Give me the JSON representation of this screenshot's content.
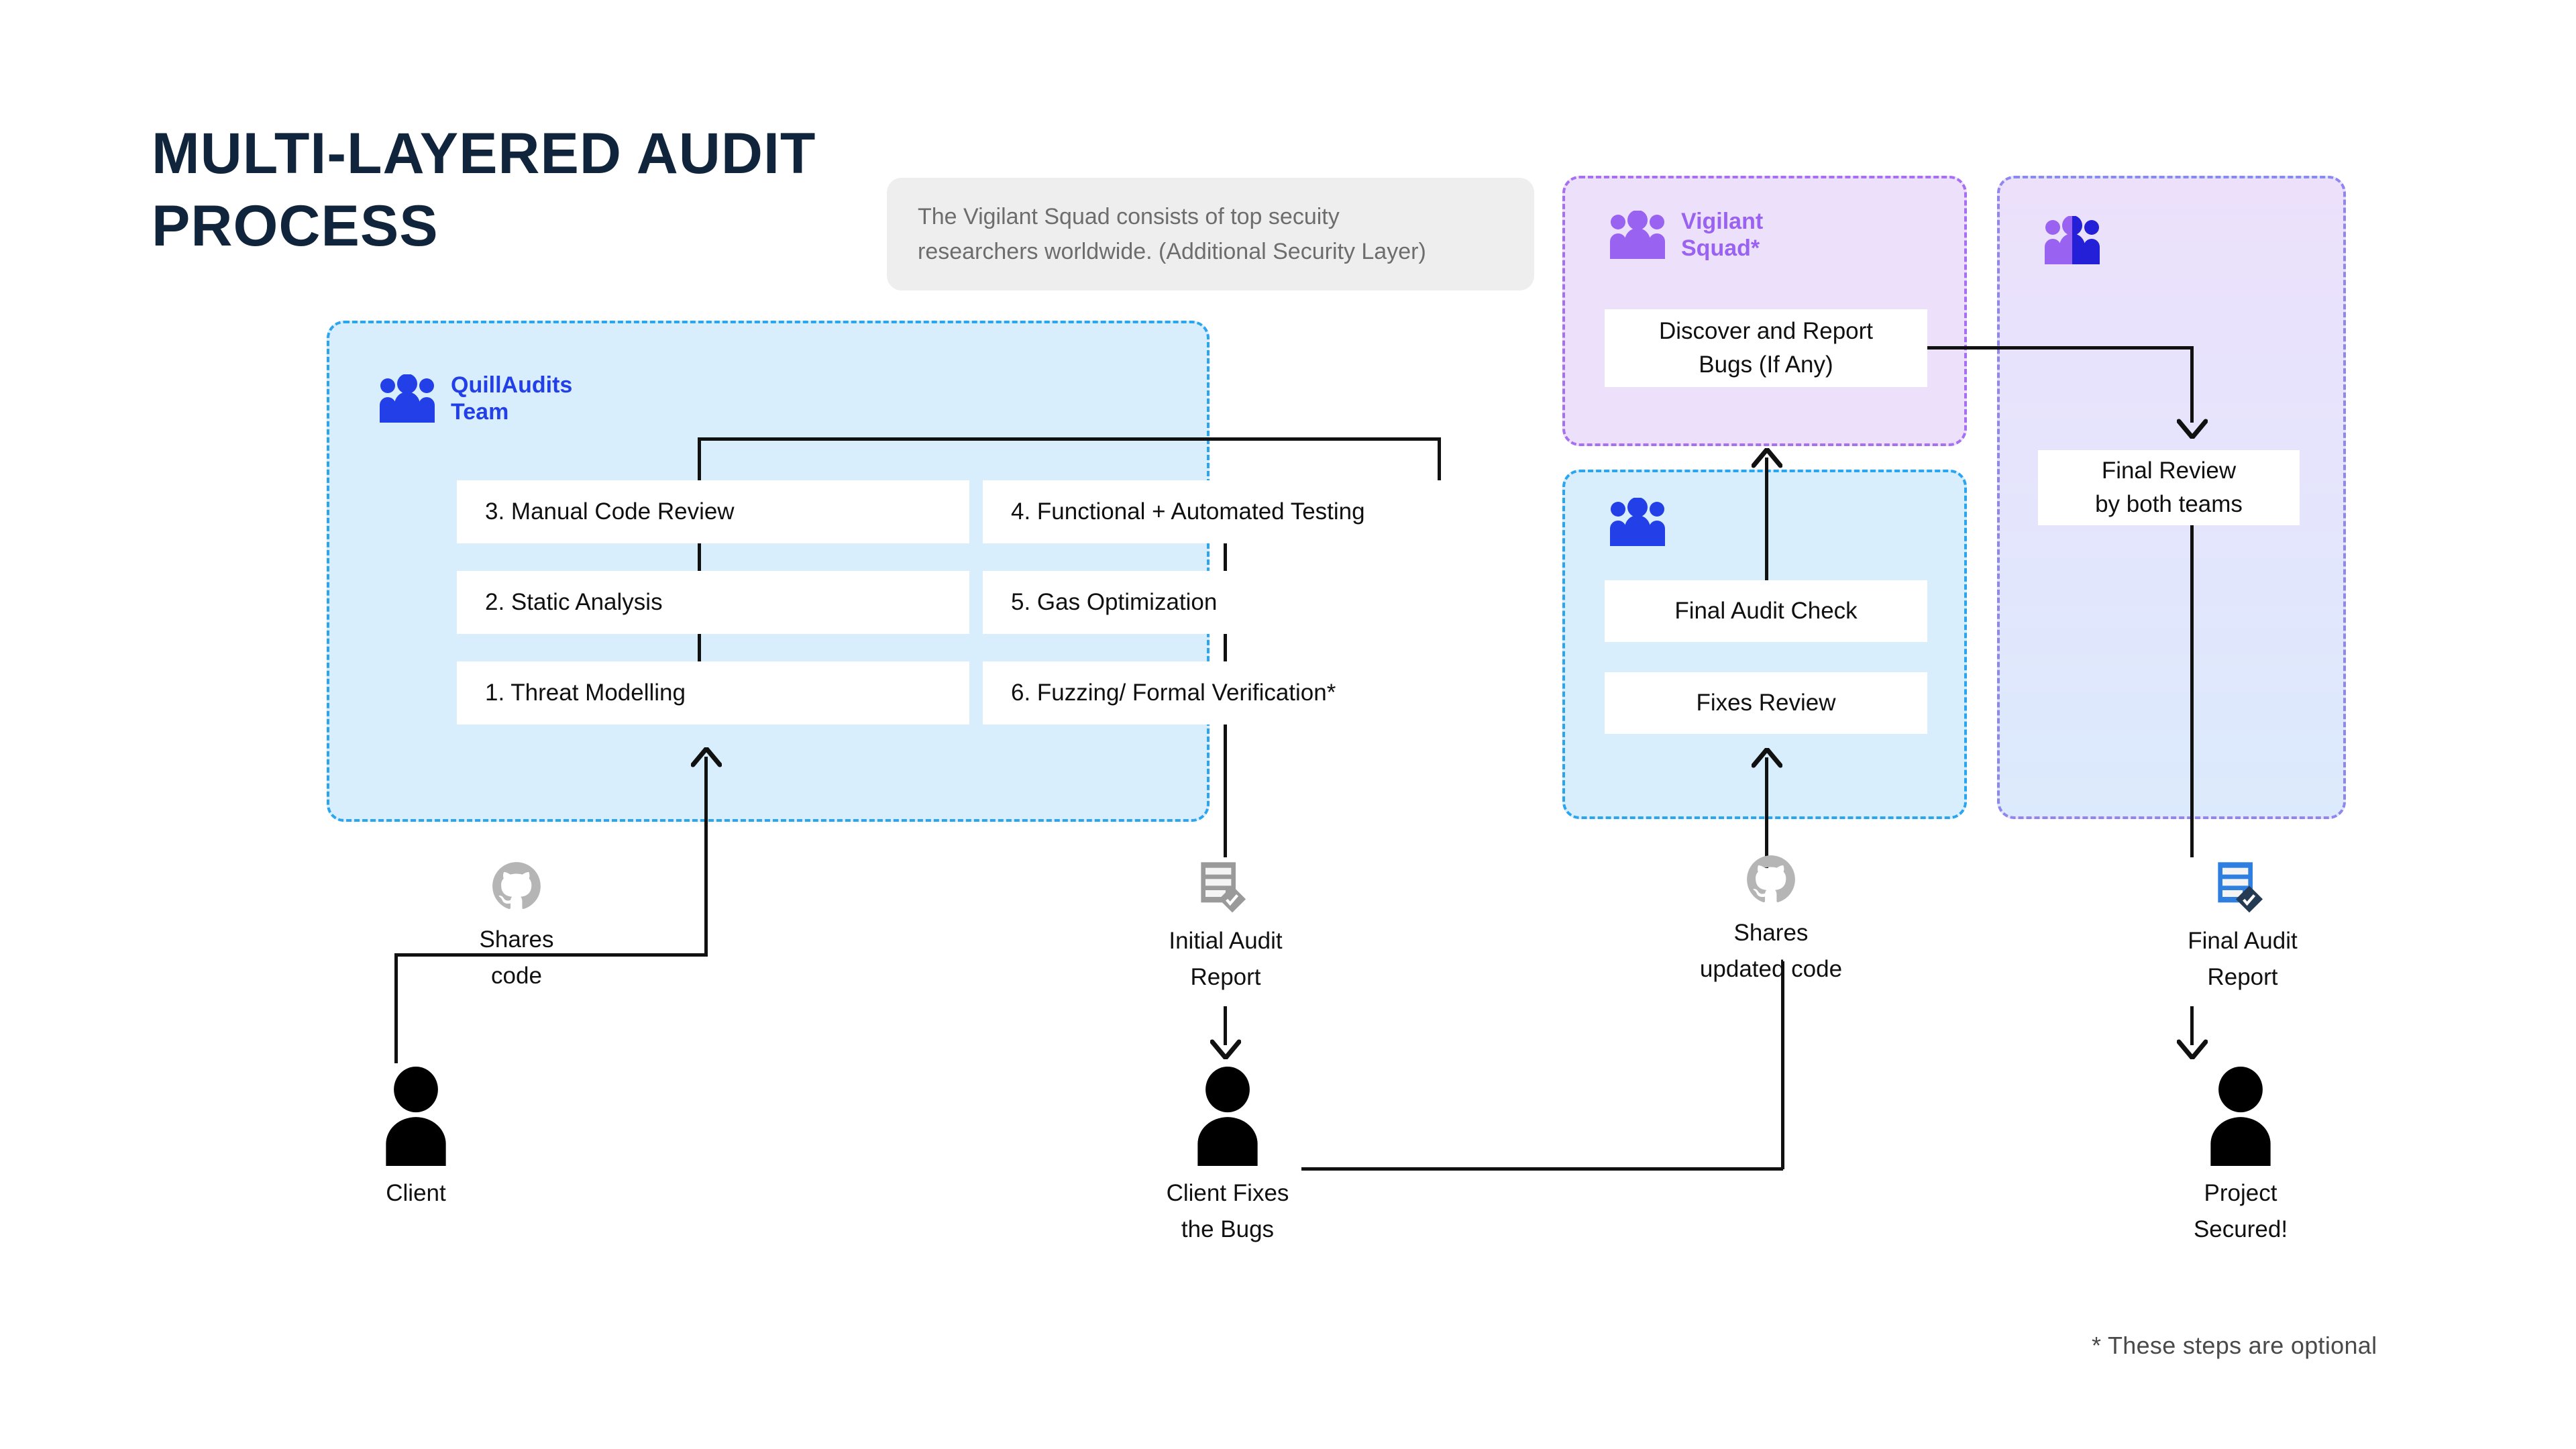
{
  "page": {
    "title": "MULTI-LAYERED AUDIT\nPROCESS",
    "footnote": "*  These steps are optional"
  },
  "note": {
    "text": "The Vigilant Squad consists of top secuity\nresearchers worldwide. (Additional Security Layer)",
    "background": "#eeeeee",
    "text_color": "#6d6d6d"
  },
  "panels": {
    "quill": {
      "team_label": "QuillAudits\nTeam",
      "accent": "#2340e8",
      "fill": "#d9eefc",
      "border": "#2aa6f0",
      "steps_left": [
        {
          "label": "3. Manual Code Review"
        },
        {
          "label": "2. Static Analysis"
        },
        {
          "label": "1. Threat Modelling"
        }
      ],
      "steps_right": [
        {
          "label": "4. Functional + Automated Testing"
        },
        {
          "label": "5. Gas Optimization"
        },
        {
          "label": "6. Fuzzing/ Formal Verification*"
        }
      ]
    },
    "vigilant": {
      "team_label": "Vigilant\nSquad*",
      "accent": "#9a62f0",
      "fill": "#ece0fb",
      "border": "#a770f2",
      "box": "Discover and Report\nBugs (If Any)"
    },
    "final_team": {
      "fill": "#d9eefc",
      "border": "#2aa6f0",
      "boxes": [
        {
          "label": "Final Audit Check"
        },
        {
          "label": "Fixes Review"
        }
      ]
    },
    "gradient": {
      "fill_top": "#ece0fb",
      "fill_bottom": "#dbeafc",
      "border": "#8f86f0",
      "box": "Final Review\nby both teams"
    }
  },
  "nodes": {
    "shares_code": {
      "icon": "github-icon",
      "caption": "Shares\ncode",
      "icon_color": "#b5b5b5"
    },
    "initial_report": {
      "icon": "audit-report-icon",
      "caption": "Initial Audit\nReport",
      "icon_color": "#9a9a9a"
    },
    "shares_updated": {
      "icon": "github-icon",
      "caption": "Shares\nupdated  code",
      "icon_color": "#b5b5b5"
    },
    "final_report": {
      "icon": "audit-report-icon",
      "caption": "Final Audit\nReport",
      "icon_color": "#2f7fe0"
    },
    "client": {
      "icon": "person-icon",
      "caption": "Client"
    },
    "client_fixes": {
      "icon": "person-icon",
      "caption": "Client Fixes\nthe Bugs"
    },
    "project_secured": {
      "icon": "person-icon",
      "caption": "Project\nSecured!"
    }
  }
}
